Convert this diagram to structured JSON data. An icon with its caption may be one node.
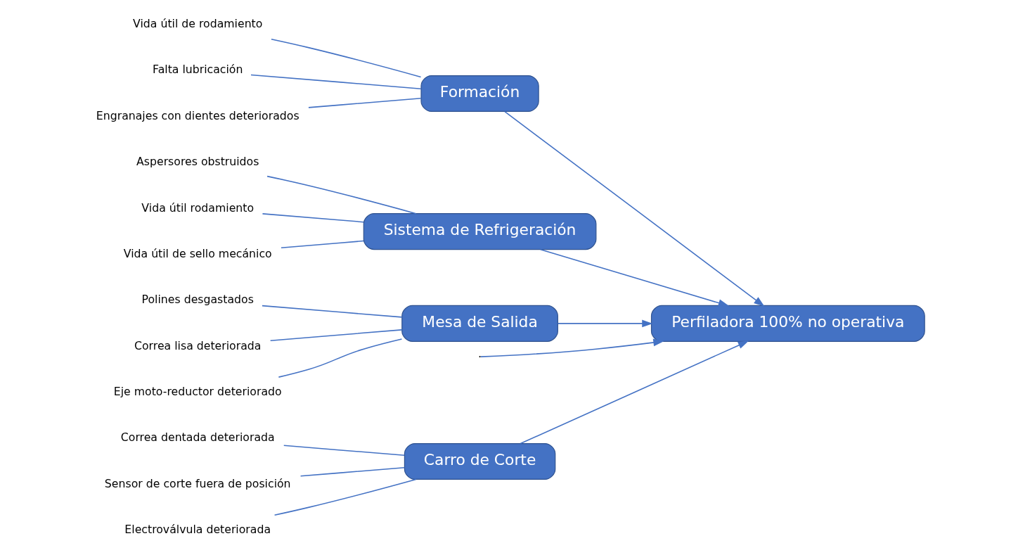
{
  "diagram": {
    "nodes": [
      {
        "text": [
          "Carro de Corte"
        ]
      },
      {
        "text": [
          "Formación"
        ]
      },
      {
        "text": [
          "Perfiladora 100% no operativa"
        ]
      },
      {
        "text": [
          "Sistema de Refrigeración"
        ]
      },
      {
        "text": [
          "Mesa de Salida"
        ]
      },
      {
        "text": [
          "Correa dentada deteriorada"
        ]
      },
      {
        "text": [
          "Sensor de corte fuera de posición"
        ]
      },
      {
        "text": [
          "Electroválvula deteriorada"
        ]
      },
      {
        "text": [
          "Vida útil de rodamiento"
        ]
      },
      {
        "text": [
          "Falta lubricación"
        ]
      },
      {
        "text": [
          "Engranajes con dientes deteriorados"
        ]
      },
      {
        "text": [
          "Aspersores obstruidos"
        ]
      },
      {
        "text": [
          "Vida útil rodamiento"
        ]
      },
      {
        "text": [
          "Vida útil de sello mecánico"
        ]
      },
      {
        "text": [
          "Polines desgastados"
        ]
      },
      {
        "text": [
          "Correa lisa deteriorada"
        ]
      },
      {
        "text": [
          "Eje moto-reductor deteriorado"
        ]
      }
    ],
    "edges": [
      {
        "from": null,
        "to": 2,
        "arrow": "to"
      },
      {
        "from": 0,
        "to": 2,
        "arrow": "to"
      },
      {
        "from": 1,
        "to": 2,
        "arrow": "to"
      },
      {
        "from": 3,
        "to": 2,
        "arrow": "to"
      },
      {
        "from": 4,
        "to": 2,
        "arrow": "to"
      },
      {
        "from": 5,
        "to": 0,
        "arrow": "none"
      },
      {
        "from": 6,
        "to": 0,
        "arrow": "none"
      },
      {
        "from": 7,
        "to": 0,
        "arrow": "none"
      },
      {
        "from": 8,
        "to": 1,
        "arrow": "none"
      },
      {
        "from": 9,
        "to": 1,
        "arrow": "none"
      },
      {
        "from": 10,
        "to": 1,
        "arrow": "none"
      },
      {
        "from": 11,
        "to": 3,
        "arrow": "none"
      },
      {
        "from": 12,
        "to": 3,
        "arrow": "none"
      },
      {
        "from": 13,
        "to": 3,
        "arrow": "none"
      },
      {
        "from": 14,
        "to": 4,
        "arrow": "none"
      },
      {
        "from": 15,
        "to": 4,
        "arrow": "none"
      },
      {
        "from": 16,
        "to": 4,
        "arrow": "none"
      }
    ]
  }
}
